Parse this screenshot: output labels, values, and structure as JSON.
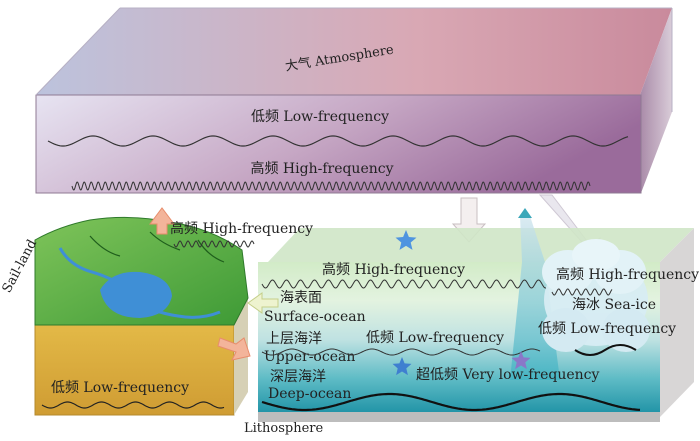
{
  "atmosphere": {
    "title": "大气 Atmosphere",
    "low": "低频 Low-frequency",
    "high": "高频 High-frequency"
  },
  "land": {
    "side_label": "Sail-land",
    "high": "高频 High-frequency",
    "low": "低频 Low-frequency"
  },
  "ocean": {
    "high": "高频 High-frequency",
    "surface_cn": "海表面",
    "surface_en": "Surface-ocean",
    "upper_cn": "上层海洋",
    "upper_en": "Upper-ocean",
    "upper_low": "低频 Low-frequency",
    "deep_cn": "深层海洋",
    "deep_en": "Deep-ocean",
    "very_low": "超低频 Very low-frequency"
  },
  "seaice": {
    "high": "高频 High-frequency",
    "label": "海冰 Sea-ice",
    "low": "低频 Low-frequency"
  },
  "lithosphere": "Lithosphere",
  "colors": {
    "atmo_top_left": "#bcc3dd",
    "atmo_top_right": "#c98a9c",
    "atmo_front_left": "#dedcef",
    "atmo_front_right": "#9e6f9e",
    "ocean_top": "#cfe9c4",
    "ocean_deep": "#1a8fa3",
    "land_green": "#52b043",
    "land_soil": "#d9ad3d",
    "water_blue": "#3f8fd6",
    "arrow_orange": "#f3b49a",
    "star_blue": "#4f94e0",
    "star_purple": "#8a78c8"
  }
}
